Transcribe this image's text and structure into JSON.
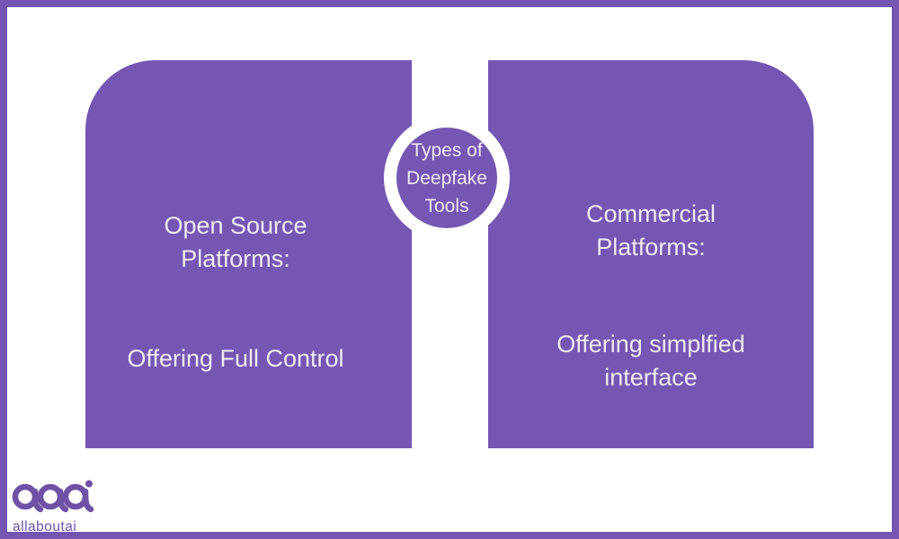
{
  "colors": {
    "frame_border": "#7456B2",
    "panel_purple": "#7557B3",
    "text_offwhite": "#F1E9F3",
    "logo_purple": "#6F51A5",
    "background": "#FFFFFF"
  },
  "center_circle": {
    "text": "Types of\nDeepfake\nTools"
  },
  "left_panel": {
    "title": "Open Source\nPlatforms:",
    "subtitle": "Offering Full Control"
  },
  "right_panel": {
    "title": "Commercial\nPlatforms:",
    "subtitle": "Offering simplfied\ninterface"
  },
  "logo": {
    "wordmark": "allaboutai"
  }
}
